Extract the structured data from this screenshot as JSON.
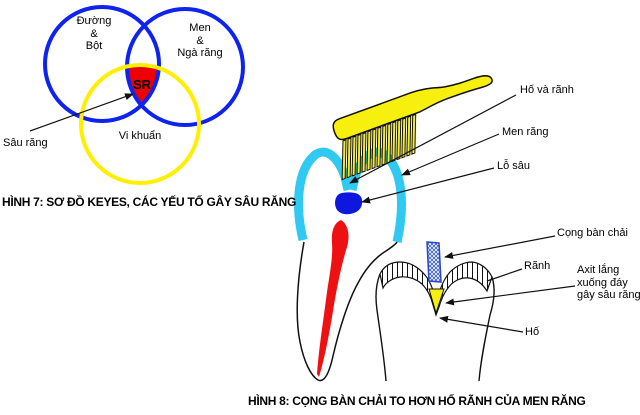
{
  "figure7": {
    "caption": "HÌNH 7: SƠ ĐỒ KEYES, CÁC YẾU TỐ GÂY SÂU RĂNG",
    "circle_sugar": {
      "lines": [
        "Đường",
        "&",
        "Bột"
      ]
    },
    "circle_enamel": {
      "lines": [
        "Men",
        "&",
        "Ngà răng"
      ]
    },
    "circle_bacteria_label": "Vi khuẩn",
    "intersection_label": "SR",
    "pointer_label": "Sâu răng",
    "colors": {
      "circle_blue": "#0e23ee",
      "circle_yellow": "#ffef00",
      "intersection_red": "#ee0000"
    }
  },
  "figure8": {
    "caption": "HÌNH 8: CỌNG BÀN CHẢI TO HƠN HỐ RÃNH CỦA MEN RĂNG",
    "labels": {
      "pits_fissures": "Hố và rãnh",
      "enamel": "Men răng",
      "cavity": "Lỗ sâu",
      "bristle": "Cọng bàn chải",
      "fissure": "Rãnh",
      "acid_lines": [
        "Axit lắng",
        "xuống đáy",
        "gây sâu răng"
      ],
      "pit": "Hố"
    },
    "colors": {
      "enamel_cyan": "#2fc9f2",
      "pulp_red": "#ee1111",
      "cavity_blue": "#0d17dd",
      "brush_yellow": "#f7ef0e",
      "bristle_hatch_blue": "#3a5fd0"
    }
  }
}
